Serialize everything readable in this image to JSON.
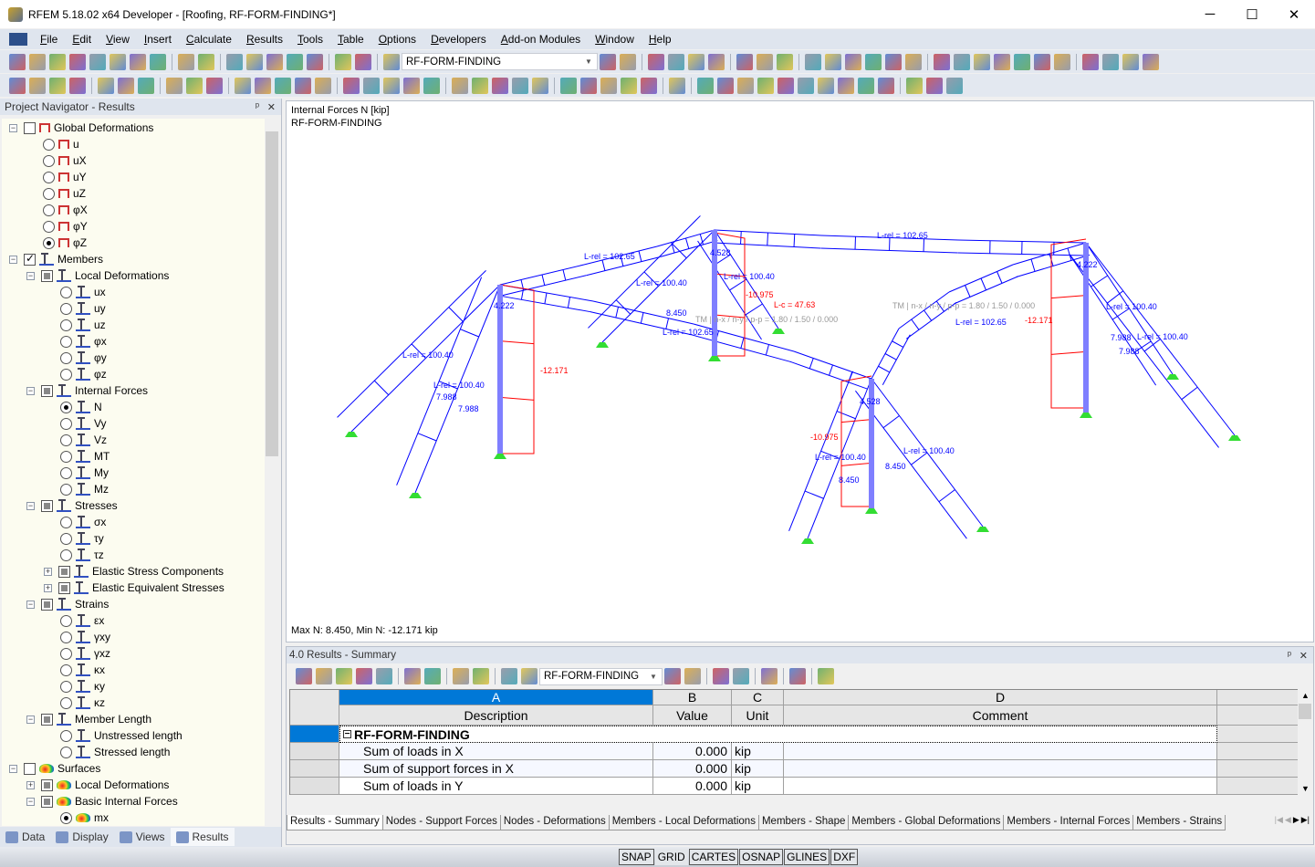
{
  "window": {
    "title": "RFEM 5.18.02 x64 Developer - [Roofing, RF-FORM-FINDING*]",
    "minimize": "─",
    "maximize": "☐",
    "close": "✕"
  },
  "menu": [
    "File",
    "Edit",
    "View",
    "Insert",
    "Calculate",
    "Results",
    "Tools",
    "Table",
    "Options",
    "Developers",
    "Add-on Modules",
    "Window",
    "Help"
  ],
  "toolbar1": {
    "icons": [
      "new-icon",
      "open-icon",
      "archive-icon",
      "save-all-icon",
      "save-icon",
      "print-report-icon",
      "print-icon",
      "print-preview-icon",
      "|",
      "undo-icon",
      "redo-icon",
      "|",
      "model-data-icon",
      "node-select-icon",
      "target-icon",
      "add-text-icon",
      "window-icon",
      "|",
      "table-view-icon",
      "table-icon",
      "|",
      "load-case-icon"
    ],
    "loadcase": "RF-FORM-FINDING",
    "icons_after": [
      "prev-icon",
      "next-icon",
      "|",
      "results-on-icon",
      "max-min-icon",
      "show-results-icon",
      "values-icon",
      "|",
      "animate-icon",
      "section-icon",
      "smooth-icon",
      "|",
      "grid-icon",
      "grid2-icon",
      "render-icon",
      "isometric-icon",
      "perspective-icon",
      "zoom-window-icon",
      "|",
      "select-icon",
      "rotate-icon",
      "mirror-icon",
      "delete-icon",
      "copy-icon",
      "settings-icon",
      "plugin-icon",
      "|",
      "export-icon",
      "dxf-icon",
      "pdf-icon",
      "acrobat-icon"
    ]
  },
  "toolbar2": {
    "icons": [
      "new-node-icon",
      "new-line-icon",
      "new-member-icon",
      "new-surface-icon",
      "|",
      "support-icon",
      "member-support-icon",
      "surface-support-icon",
      "|",
      "dimension-icon",
      "coordinate-icon",
      "frame-icon",
      "|",
      "solid-icon",
      "opening-icon",
      "hinge-icon",
      "section-icon",
      "material-icon",
      "|",
      "load-icon",
      "nodal-load-icon",
      "member-load-icon",
      "line-load-icon",
      "surface-load-icon",
      "|",
      "filter-icon",
      "zoom-icon",
      "zoom-out-icon",
      "view-3d-icon",
      "view-iso-icon",
      "|",
      "view-x-icon",
      "view-y-icon",
      "view-z-icon",
      "view-axes-icon",
      "render-mode-icon",
      "|",
      "display-icon",
      "|",
      "graph-icon",
      "measure-icon",
      "results-toggle-icon",
      "diagram-icon",
      "members-icon",
      "supports-icon",
      "lines-icon",
      "grid-icon",
      "levels-icon",
      "table-icon",
      "|",
      "report-icon",
      "settings-icon",
      "color-scale-icon"
    ]
  },
  "navigator": {
    "title": "Project Navigator - Results",
    "pin": "ᵖ",
    "close": "✕",
    "tree": [
      {
        "label": "Global Deformations",
        "level": 0,
        "type": "check",
        "state": "none",
        "exp": "-",
        "icon": "def"
      },
      {
        "label": "u",
        "level": 1,
        "type": "radio",
        "state": "off",
        "icon": "def"
      },
      {
        "label": "uX",
        "level": 1,
        "type": "radio",
        "state": "off",
        "icon": "def"
      },
      {
        "label": "uY",
        "level": 1,
        "type": "radio",
        "state": "off",
        "icon": "def"
      },
      {
        "label": "uZ",
        "level": 1,
        "type": "radio",
        "state": "off",
        "icon": "def"
      },
      {
        "label": "φX",
        "level": 1,
        "type": "radio",
        "state": "off",
        "icon": "def"
      },
      {
        "label": "φY",
        "level": 1,
        "type": "radio",
        "state": "off",
        "icon": "def"
      },
      {
        "label": "φZ",
        "level": 1,
        "type": "radio",
        "state": "on",
        "icon": "def"
      },
      {
        "label": "Members",
        "level": 0,
        "type": "check",
        "state": "on",
        "exp": "-",
        "icon": "mem"
      },
      {
        "label": "Local Deformations",
        "level": 1,
        "type": "check",
        "state": "part",
        "exp": "-",
        "icon": "mem"
      },
      {
        "label": "ux",
        "level": 2,
        "type": "radio",
        "state": "off",
        "icon": "mem"
      },
      {
        "label": "uy",
        "level": 2,
        "type": "radio",
        "state": "off",
        "icon": "mem"
      },
      {
        "label": "uz",
        "level": 2,
        "type": "radio",
        "state": "off",
        "icon": "mem"
      },
      {
        "label": "φx",
        "level": 2,
        "type": "radio",
        "state": "off",
        "icon": "mem"
      },
      {
        "label": "φy",
        "level": 2,
        "type": "radio",
        "state": "off",
        "icon": "mem"
      },
      {
        "label": "φz",
        "level": 2,
        "type": "radio",
        "state": "off",
        "icon": "mem"
      },
      {
        "label": "Internal Forces",
        "level": 1,
        "type": "check",
        "state": "part",
        "exp": "-",
        "icon": "mem"
      },
      {
        "label": "N",
        "level": 2,
        "type": "radio",
        "state": "on",
        "icon": "mem"
      },
      {
        "label": "Vy",
        "level": 2,
        "type": "radio",
        "state": "off",
        "icon": "mem"
      },
      {
        "label": "Vz",
        "level": 2,
        "type": "radio",
        "state": "off",
        "icon": "mem"
      },
      {
        "label": "MT",
        "level": 2,
        "type": "radio",
        "state": "off",
        "icon": "mem"
      },
      {
        "label": "My",
        "level": 2,
        "type": "radio",
        "state": "off",
        "icon": "mem"
      },
      {
        "label": "Mz",
        "level": 2,
        "type": "radio",
        "state": "off",
        "icon": "mem"
      },
      {
        "label": "Stresses",
        "level": 1,
        "type": "check",
        "state": "part",
        "exp": "-",
        "icon": "mem"
      },
      {
        "label": "σx",
        "level": 2,
        "type": "radio",
        "state": "off",
        "icon": "mem"
      },
      {
        "label": "τy",
        "level": 2,
        "type": "radio",
        "state": "off",
        "icon": "mem"
      },
      {
        "label": "τz",
        "level": 2,
        "type": "radio",
        "state": "off",
        "icon": "mem"
      },
      {
        "label": "Elastic Stress Components",
        "level": 2,
        "type": "check",
        "state": "part",
        "exp": "+",
        "icon": "mem"
      },
      {
        "label": "Elastic Equivalent Stresses",
        "level": 2,
        "type": "check",
        "state": "part",
        "exp": "+",
        "icon": "mem"
      },
      {
        "label": "Strains",
        "level": 1,
        "type": "check",
        "state": "part",
        "exp": "-",
        "icon": "mem"
      },
      {
        "label": "εx",
        "level": 2,
        "type": "radio",
        "state": "off",
        "icon": "mem"
      },
      {
        "label": "γxy",
        "level": 2,
        "type": "radio",
        "state": "off",
        "icon": "mem"
      },
      {
        "label": "γxz",
        "level": 2,
        "type": "radio",
        "state": "off",
        "icon": "mem"
      },
      {
        "label": "κx",
        "level": 2,
        "type": "radio",
        "state": "off",
        "icon": "mem"
      },
      {
        "label": "κy",
        "level": 2,
        "type": "radio",
        "state": "off",
        "icon": "mem"
      },
      {
        "label": "κz",
        "level": 2,
        "type": "radio",
        "state": "off",
        "icon": "mem"
      },
      {
        "label": "Member Length",
        "level": 1,
        "type": "check",
        "state": "part",
        "exp": "-",
        "icon": "mem"
      },
      {
        "label": "Unstressed length",
        "level": 2,
        "type": "radio",
        "state": "off",
        "icon": "mem"
      },
      {
        "label": "Stressed length",
        "level": 2,
        "type": "radio",
        "state": "off",
        "icon": "mem"
      },
      {
        "label": "Surfaces",
        "level": 0,
        "type": "check",
        "state": "none",
        "exp": "-",
        "icon": "surf"
      },
      {
        "label": "Local Deformations",
        "level": 1,
        "type": "check",
        "state": "part",
        "exp": "+",
        "icon": "surf"
      },
      {
        "label": "Basic Internal Forces",
        "level": 1,
        "type": "check",
        "state": "part",
        "exp": "-",
        "icon": "surf"
      },
      {
        "label": "mx",
        "level": 2,
        "type": "radio",
        "state": "on",
        "icon": "surf"
      }
    ],
    "tabs": [
      "Data",
      "Display",
      "Views",
      "Results"
    ],
    "active_tab": "Results"
  },
  "view": {
    "title": "Internal Forces N [kip]",
    "subtitle": "RF-FORM-FINDING",
    "footer": "Max N: 8.450, Min N: -12.171 kip",
    "labels": [
      "L-rel = 102.65",
      "L-rel = 100.40",
      "4.222",
      "4.528",
      "L-rel = 100.40",
      "-10.975",
      "L-c = 47.63",
      "TM | n-x / n-y / p-p = 1.80 / 1.50 / 0.000",
      "8.450",
      "L-rel = 102.65",
      "L-rel = 100.40",
      "-12.171",
      "L-rel = 100.40",
      "7.988",
      "7.988",
      "L-rel = 102.65",
      "TM | n-x / n-y / p-p = 1.80 / 1.50 / 0.000",
      "L-rel = 102.65",
      "4.222",
      "-12.171",
      "L-rel = 100.40",
      "7.988",
      "L-rel = 100.40",
      "7.988",
      "4.528",
      "-10.975",
      "L-rel = 100.40",
      "L-rel = 100.40",
      "8.450",
      "8.450"
    ],
    "colors": {
      "members": "#0000ff",
      "diagram": "#ff0000",
      "supports": "#33dd33",
      "columns": "#7f7fff",
      "note": "#999999"
    }
  },
  "results": {
    "title": "4.0 Results - Summary",
    "loadcase": "RF-FORM-FINDING",
    "toolbar_icons": [
      "table-a-icon",
      "table-b-icon",
      "table-c-icon",
      "table-d-icon",
      "table-e-icon",
      "|",
      "prev-table-icon",
      "next-table-icon",
      "|",
      "filter-a-icon",
      "filter-b-icon",
      "|",
      "columns-icon",
      "edit-icon"
    ],
    "toolbar_icons_after": [
      "prev-icon",
      "next-icon",
      "|",
      "filter-icon",
      "info-icon",
      "|",
      "tree-icon",
      "|",
      "excel-icon",
      "|",
      "calculator-icon"
    ],
    "columns": [
      {
        "letter": "A",
        "name": "Description"
      },
      {
        "letter": "B",
        "name": "Value"
      },
      {
        "letter": "C",
        "name": "Unit"
      },
      {
        "letter": "D",
        "name": "Comment"
      }
    ],
    "group": "RF-FORM-FINDING",
    "rows": [
      {
        "description": "Sum of loads in X",
        "value": "0.000",
        "unit": "kip"
      },
      {
        "description": "Sum of support forces in X",
        "value": "0.000",
        "unit": "kip"
      },
      {
        "description": "Sum of loads in Y",
        "value": "0.000",
        "unit": "kip"
      }
    ],
    "tabs": [
      "Results - Summary",
      "Nodes - Support Forces",
      "Nodes - Deformations",
      "Members - Local Deformations",
      "Members - Shape",
      "Members - Global Deformations",
      "Members - Internal Forces",
      "Members - Strains"
    ],
    "active_tab": "Results - Summary"
  },
  "status": [
    "SNAP",
    "GRID",
    "CARTES",
    "OSNAP",
    "GLINES",
    "DXF"
  ]
}
